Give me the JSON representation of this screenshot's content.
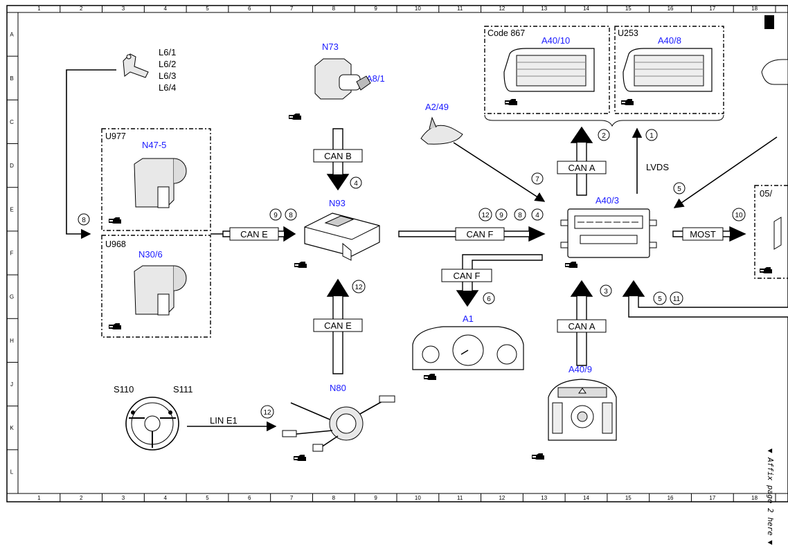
{
  "grid": {
    "columns": [
      "1",
      "2",
      "3",
      "4",
      "5",
      "6",
      "7",
      "8",
      "9",
      "10",
      "11",
      "12",
      "13",
      "14",
      "15",
      "16",
      "17",
      "18"
    ],
    "rows": [
      "A",
      "B",
      "C",
      "D",
      "E",
      "F",
      "G",
      "H",
      "J",
      "K",
      "L"
    ]
  },
  "components": {
    "l6": [
      "L6/1",
      "L6/2",
      "L6/3",
      "L6/4"
    ],
    "u977": "U977",
    "n47_5": "N47-5",
    "u968": "U968",
    "n30_6": "N30/6",
    "n73": "N73",
    "a8_1": "A8/1",
    "n93": "N93",
    "n80": "N80",
    "s110": "S110",
    "s111": "S111",
    "a2_49": "A2/49",
    "a1": "A1",
    "a40_3": "A40/3",
    "a40_9": "A40/9",
    "code867": "Code 867",
    "a40_10": "A40/10",
    "u253": "U253",
    "a40_8": "A40/8",
    "ref_0512": "05/"
  },
  "buses": {
    "can_b": "CAN B",
    "can_e_left": "CAN E",
    "can_e_lower": "CAN E",
    "can_f_main": "CAN F",
    "can_f_branch": "CAN F",
    "can_a_upper": "CAN A",
    "can_a_lower": "CAN A",
    "most": "MOST",
    "lin_e1": "LIN E1",
    "lvds": "LVDS"
  },
  "footnotes": {
    "n8_left": "8",
    "n9_n93": "9",
    "n8_n93": "8",
    "n4_canb": "4",
    "n12_n80": "12",
    "n12_lin": "12",
    "n12_f": "12",
    "n9_f": "9",
    "n8_f": "8",
    "n4_f": "4",
    "n7": "7",
    "n6": "6",
    "n2": "2",
    "n1": "1",
    "n5_top": "5",
    "n10": "10",
    "n3": "3",
    "n5_bot": "5",
    "n11": "11"
  },
  "side_note": "▼ Affix page 2 here ▼"
}
